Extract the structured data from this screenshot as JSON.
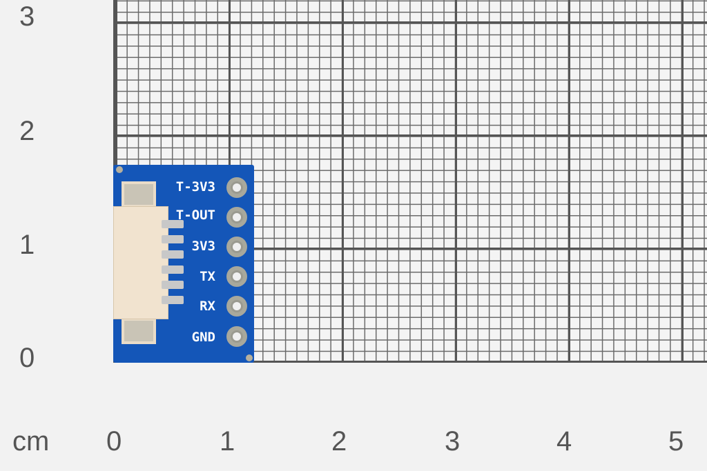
{
  "ruler": {
    "unit": "cm",
    "x_ticks": [
      "0",
      "1",
      "2",
      "3",
      "4",
      "5"
    ],
    "y_ticks": [
      "0",
      "1",
      "2",
      "3"
    ]
  },
  "board": {
    "pins": [
      "T-3V3",
      "T-OUT",
      "3V3",
      "TX",
      "RX",
      "GND"
    ],
    "color": "#1456b8"
  },
  "colors": {
    "background": "#f2f2f2",
    "grid_major": "#555555",
    "grid_minor": "#6a6a6a"
  }
}
